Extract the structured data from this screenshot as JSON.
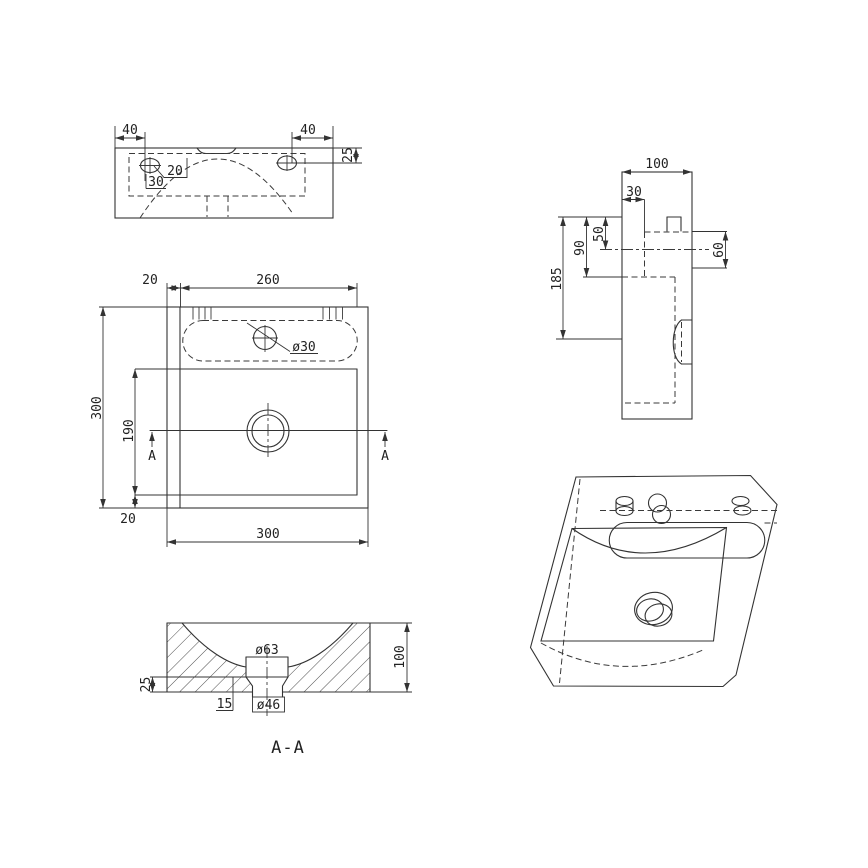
{
  "drawing": {
    "background": "#ffffff",
    "line_color": "#333333",
    "views": {
      "top": {
        "dims": {
          "left_hole_offset": "40",
          "right_hole_offset": "40",
          "front_edge_distance": "25",
          "hole_dim_20": "20",
          "hole_dim_30": "30"
        }
      },
      "plan": {
        "dims": {
          "rim_top": "20",
          "inner_width": "260",
          "overall_height": "300",
          "inner_height": "190",
          "rim_bottom": "20",
          "overall_width": "300",
          "tap_hole_dia": "ø30"
        },
        "section_marker_left": "A",
        "section_marker_right": "A"
      },
      "side": {
        "dims": {
          "depth": "100",
          "recess_offset": "30",
          "tap_centre": "50",
          "recess_height": "90",
          "overall": "185",
          "tap_zone": "60"
        }
      },
      "section": {
        "dims": {
          "drain_top_dia": "ø63",
          "body_height": "100",
          "base_thickness": "25",
          "drain_offset": "15",
          "drain_bottom_dia": "ø46"
        },
        "label": "A-A"
      }
    }
  }
}
